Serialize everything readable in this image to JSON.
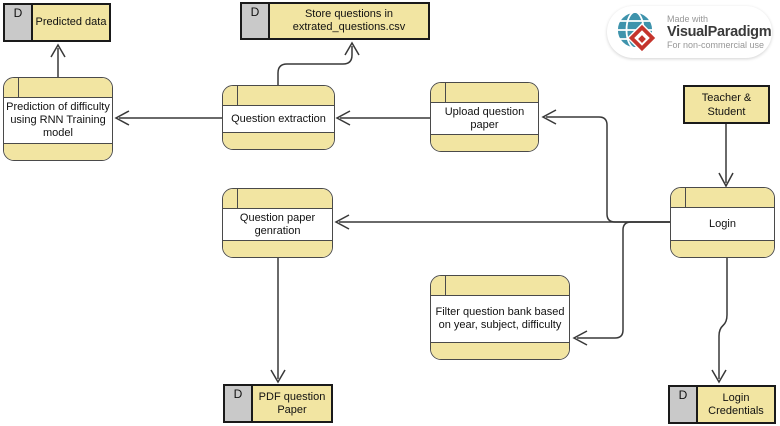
{
  "badge": {
    "made_with": "Made with",
    "brand": "VisualParadigm",
    "license": "For non-commercial use"
  },
  "nodes": {
    "predicted_data": {
      "type": "datastore",
      "id_label": "D",
      "label": "Predicted data"
    },
    "store_questions": {
      "type": "datastore",
      "id_label": "D",
      "label": "Store questions in extrated_questions.csv"
    },
    "prediction": {
      "type": "process",
      "label": "Prediction of difficulty using RNN Training model"
    },
    "question_extraction": {
      "type": "process",
      "label": "Question extraction"
    },
    "upload_paper": {
      "type": "process",
      "label": "Upload question paper"
    },
    "teacher_student": {
      "type": "external-entity",
      "label": "Teacher & Student"
    },
    "login": {
      "type": "process",
      "label": "Login"
    },
    "qp_genration": {
      "type": "process",
      "label": "Question paper genration"
    },
    "filter_bank": {
      "type": "process",
      "label": "Filter question bank based on  year, subject, difficulty"
    },
    "pdf_paper": {
      "type": "datastore",
      "id_label": "D",
      "label": "PDF question Paper"
    },
    "login_credentials": {
      "type": "datastore",
      "id_label": "D",
      "label": "Login Credentials"
    }
  },
  "connections": [
    {
      "from": "Prediction of difficulty using RNN Training model",
      "to": "Predicted data"
    },
    {
      "from": "Question extraction",
      "to": "Prediction of difficulty using RNN Training model"
    },
    {
      "from": "Question extraction",
      "to": "Store questions in extrated_questions.csv"
    },
    {
      "from": "Upload question paper",
      "to": "Question extraction"
    },
    {
      "from": "Teacher & Student",
      "to": "Login"
    },
    {
      "from": "Login",
      "to": "Question paper genration"
    },
    {
      "from": "Login",
      "to": "Upload question paper"
    },
    {
      "from": "Login",
      "to": "Filter question bank based on  year, subject, difficulty"
    },
    {
      "from": "Login",
      "to": "Login Credentials"
    },
    {
      "from": "Question paper genration",
      "to": "PDF question Paper"
    }
  ],
  "colors": {
    "node_fill": "#f2e5a2",
    "datastore_id_fill": "#c9c9c9",
    "datastore_border": "#1a1a1a",
    "process_border": "#4a4a4a",
    "connector": "#383838",
    "globe_teal": "#3e93ac",
    "logo_red": "#c5342c",
    "badge_muted_text": "#979797",
    "badge_brand_text": "#3a3a3a"
  }
}
